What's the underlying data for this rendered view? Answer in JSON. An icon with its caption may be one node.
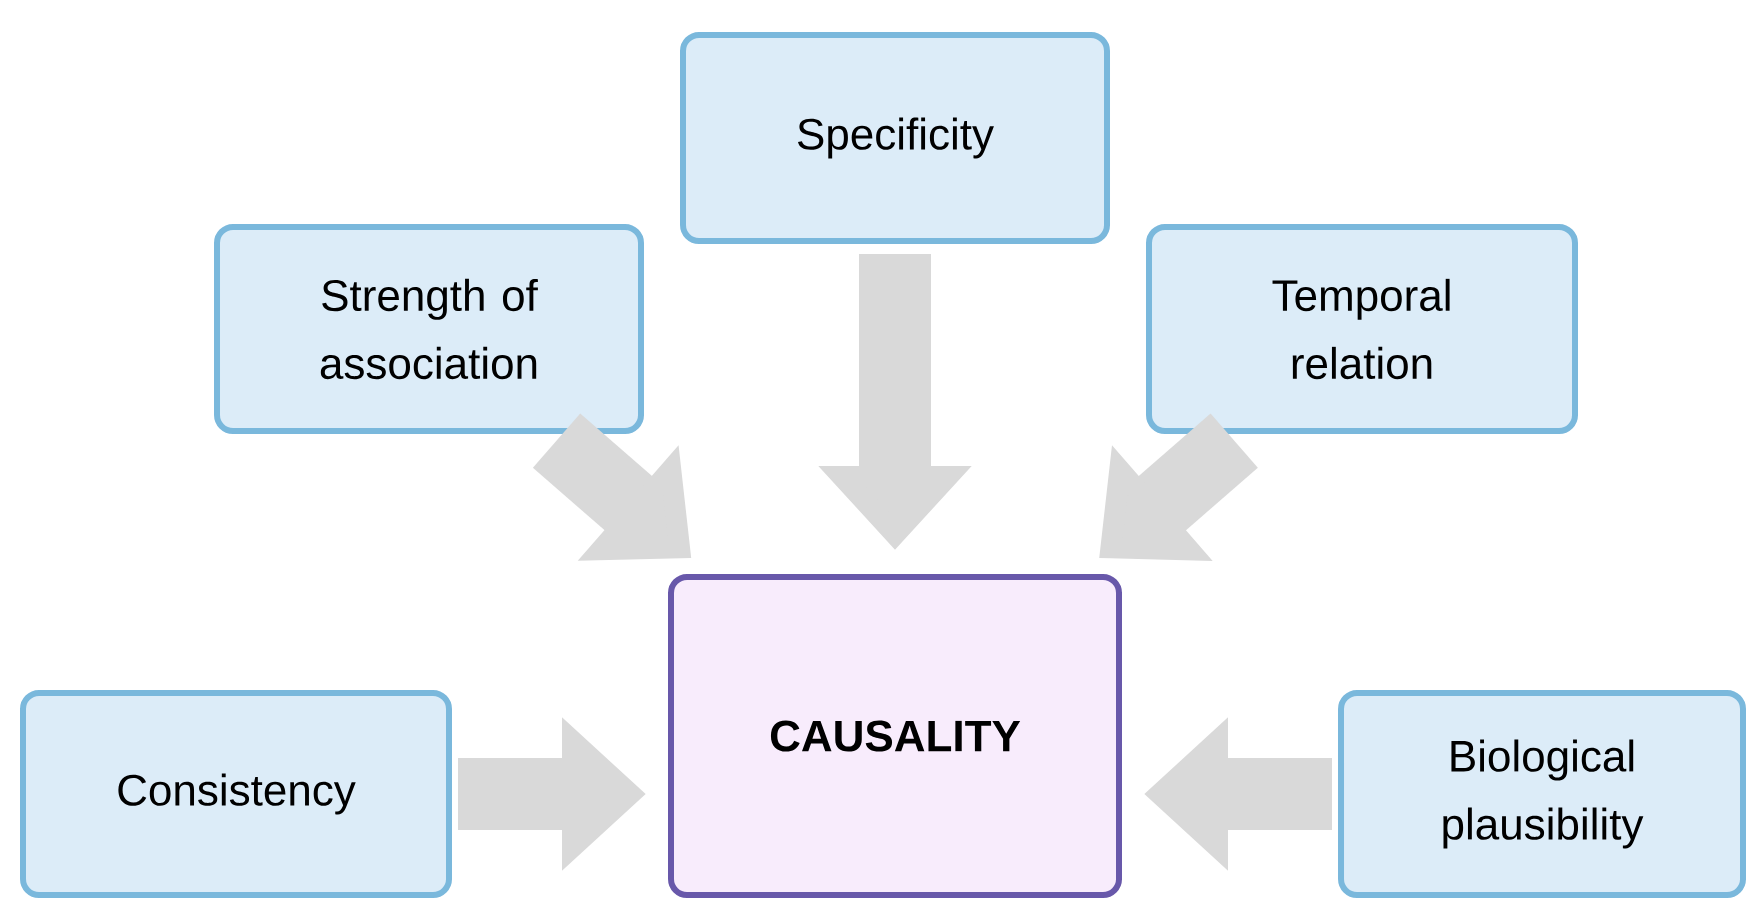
{
  "diagram": {
    "nodes": [
      {
        "text": [
          "Strength of association"
        ]
      },
      {
        "text": [
          "Specificity"
        ]
      },
      {
        "text": [
          "Temporal relation"
        ]
      },
      {
        "text": [
          "Consistency"
        ]
      },
      {
        "text": [
          "CAUSALITY"
        ]
      },
      {
        "text": [
          "Biological plausibility"
        ]
      }
    ],
    "edges": [
      {
        "from": 0,
        "to": 4,
        "arrow": "to"
      },
      {
        "from": 1,
        "to": 4,
        "arrow": "to"
      },
      {
        "from": 2,
        "to": 4,
        "arrow": "to"
      },
      {
        "from": 3,
        "to": 4,
        "arrow": "to"
      },
      {
        "from": 5,
        "to": 4,
        "arrow": "to"
      }
    ]
  }
}
